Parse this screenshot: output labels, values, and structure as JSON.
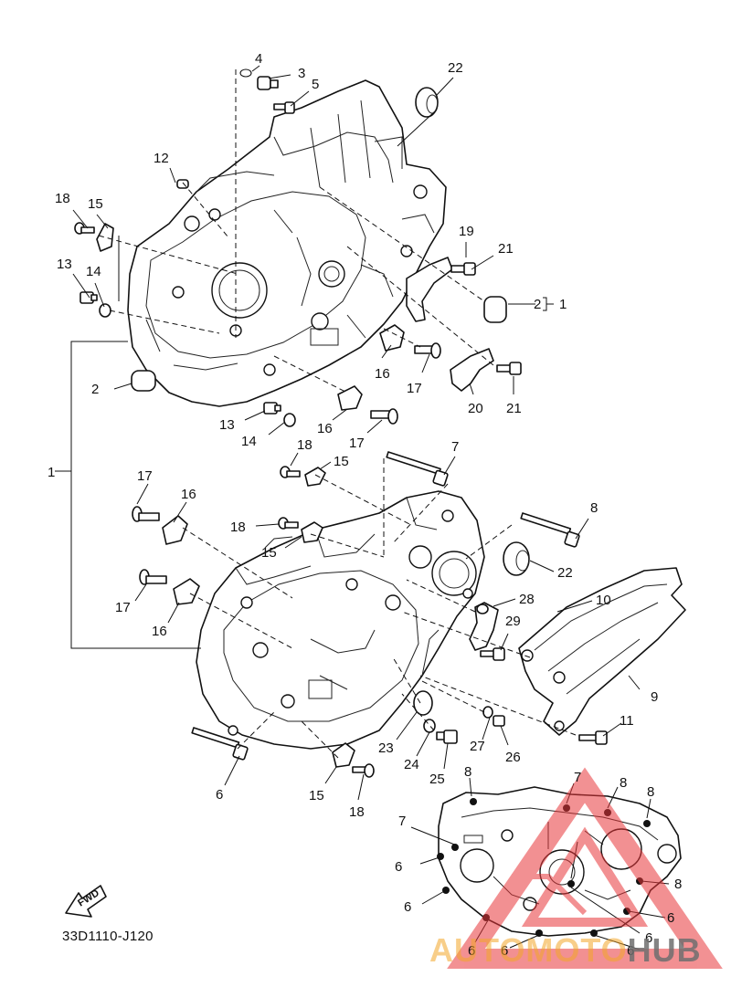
{
  "diagram_code": "33D1110-J120",
  "fwd_label": "FWD",
  "watermark": {
    "part1": "AUTOMOTO",
    "part2": "HUB",
    "color_accent": "#e8373a",
    "color_orange": "#f3a528"
  },
  "callouts": {
    "c4": "4",
    "c3": "3",
    "c5": "5",
    "c22a": "22",
    "c12": "12",
    "c18a": "18",
    "c15a": "15",
    "c19": "19",
    "c21a": "21",
    "c13a": "13",
    "c14a": "14",
    "c2a": "2",
    "c1a": "1",
    "c16a": "16",
    "c17a": "17",
    "c20": "20",
    "c21b": "21",
    "c2b": "2",
    "c13b": "13",
    "c16b": "16",
    "c14b": "14",
    "c17b": "17",
    "c18b": "18",
    "c15b": "15",
    "c7a": "7",
    "c1b": "1",
    "c17c": "17",
    "c16c": "16",
    "c18c": "18",
    "c8a": "8",
    "c15c": "15",
    "c22b": "22",
    "c28": "28",
    "c10": "10",
    "c17d": "17",
    "c29": "29",
    "c16d": "16",
    "c9": "9",
    "c11": "11",
    "c23": "23",
    "c27": "27",
    "c24": "24",
    "c26": "26",
    "c6a": "6",
    "c25": "25",
    "c15d": "15",
    "c18d": "18",
    "c8b": "8",
    "c7b": "7",
    "c8c": "8",
    "c8d": "8",
    "c7c": "7",
    "c6b": "6",
    "c8e": "8",
    "c6c": "6",
    "c6d": "6",
    "c6e": "6",
    "c6f": "6",
    "c6g": "6",
    "c6h": "6"
  }
}
